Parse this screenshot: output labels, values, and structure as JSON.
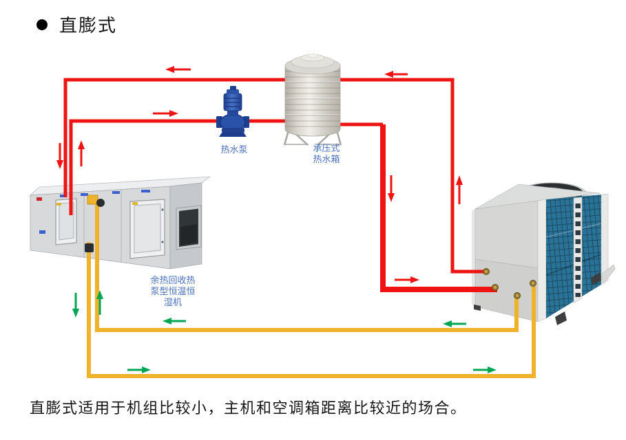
{
  "title": {
    "bullet_icon": "●",
    "text": "直膨式"
  },
  "caption": "直膨式适用于机组比较小，主机和空调箱距离比较近的场合。",
  "components": {
    "pump_label": "热水泵",
    "tank_label": "承压式\n热水箱",
    "ahu_label": "余热回收热\n泵型恒温恒\n湿机"
  },
  "colors": {
    "red": "#ee1414",
    "yellow": "#eeb32b",
    "green": "#00a651",
    "label_blue": "#4a70b8",
    "coil_blue": "#2b7396"
  }
}
